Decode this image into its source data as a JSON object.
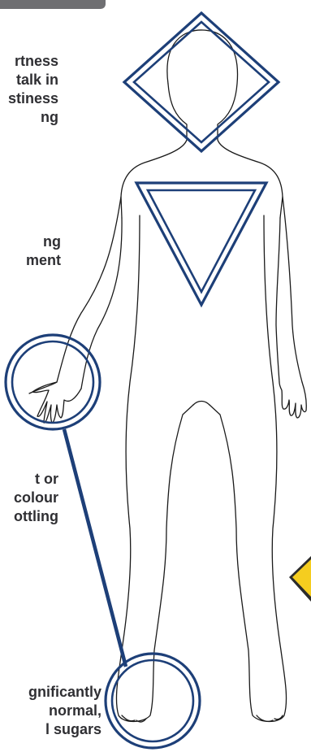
{
  "callouts": {
    "breathing": {
      "lines": [
        "rtness",
        "talk in",
        "stiness",
        "ng"
      ]
    },
    "chest": {
      "lines": [
        "ng",
        "ment"
      ]
    },
    "skin": {
      "lines": [
        "t or",
        "colour",
        "ottling"
      ]
    },
    "feet": {
      "lines": [
        "gnificantly",
        "normal,",
        "l sugars"
      ]
    }
  },
  "colors": {
    "outline_blue": "#1d3f78",
    "body_stroke": "#1a1a1a",
    "tab_gray": "#6f6f72",
    "warning_yellow": "#f5cd1f",
    "text": "#2f2f33"
  },
  "icons": {
    "head_marker": "diamond",
    "chest_marker": "inverted-triangle",
    "hand_marker": "circle",
    "feet_marker": "circle",
    "warning": "warning-triangle"
  }
}
